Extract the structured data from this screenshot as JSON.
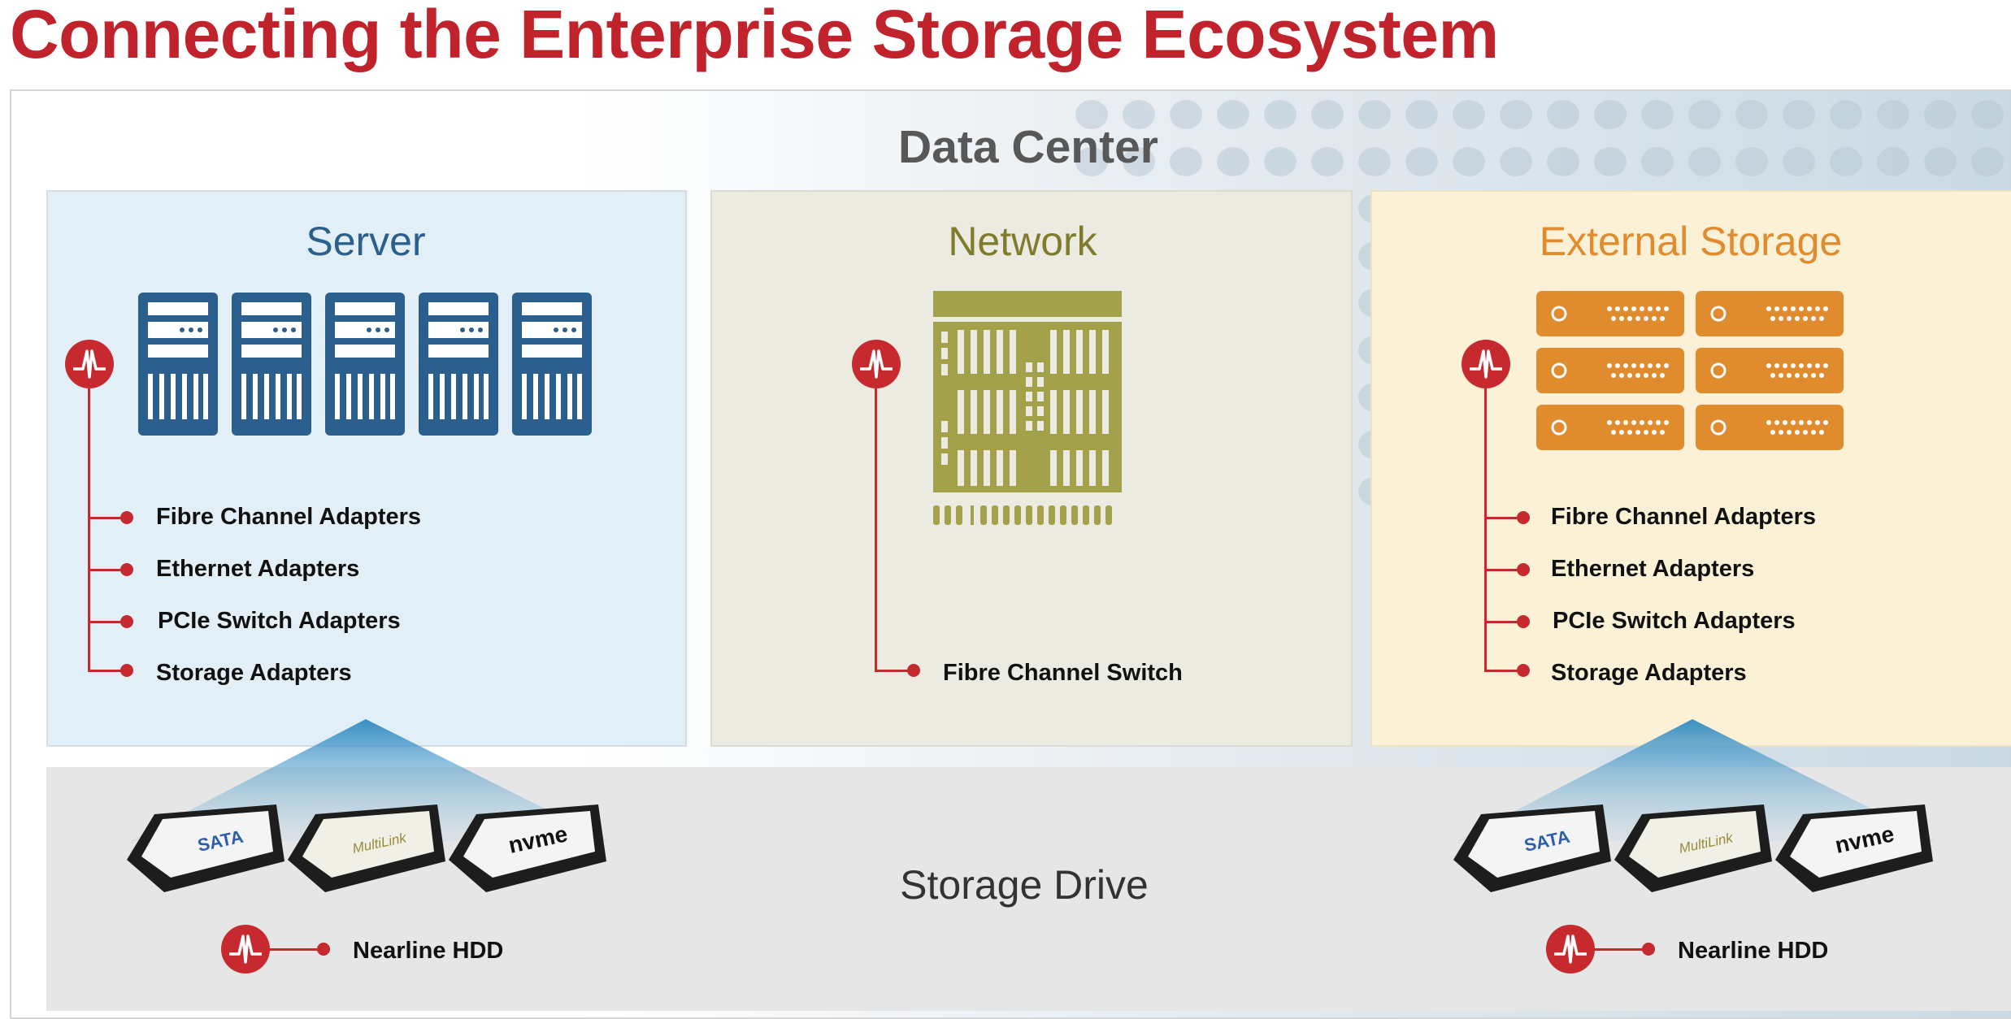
{
  "title": "Connecting the Enterprise Storage Ecosystem",
  "data_center": {
    "label": "Data Center"
  },
  "server": {
    "title": "Server",
    "color": "#2b5f8e",
    "items": [
      "Fibre Channel Adapters",
      "Ethernet Adapters",
      "PCIe Switch Adapters",
      "Storage Adapters"
    ]
  },
  "network": {
    "title": "Network",
    "color": "#7f7d2c",
    "items": [
      "Fibre Channel Switch"
    ]
  },
  "external_storage": {
    "title": "External Storage",
    "color": "#e08c2e",
    "items": [
      "Fibre Channel Adapters",
      "Ethernet Adapters",
      "PCIe Switch Adapters",
      "Storage Adapters"
    ]
  },
  "storage_drive": {
    "label": "Storage Drive",
    "left_item": "Nearline HDD",
    "right_item": "Nearline HDD",
    "drive_badges": [
      "SATA",
      "MultiLink",
      "nvme"
    ]
  },
  "icons": [
    "broadcom-logo-icon",
    "server-tower-icon",
    "network-switch-icon",
    "storage-array-icon",
    "ssd-drive-icon"
  ],
  "accent": "#c62a2e"
}
